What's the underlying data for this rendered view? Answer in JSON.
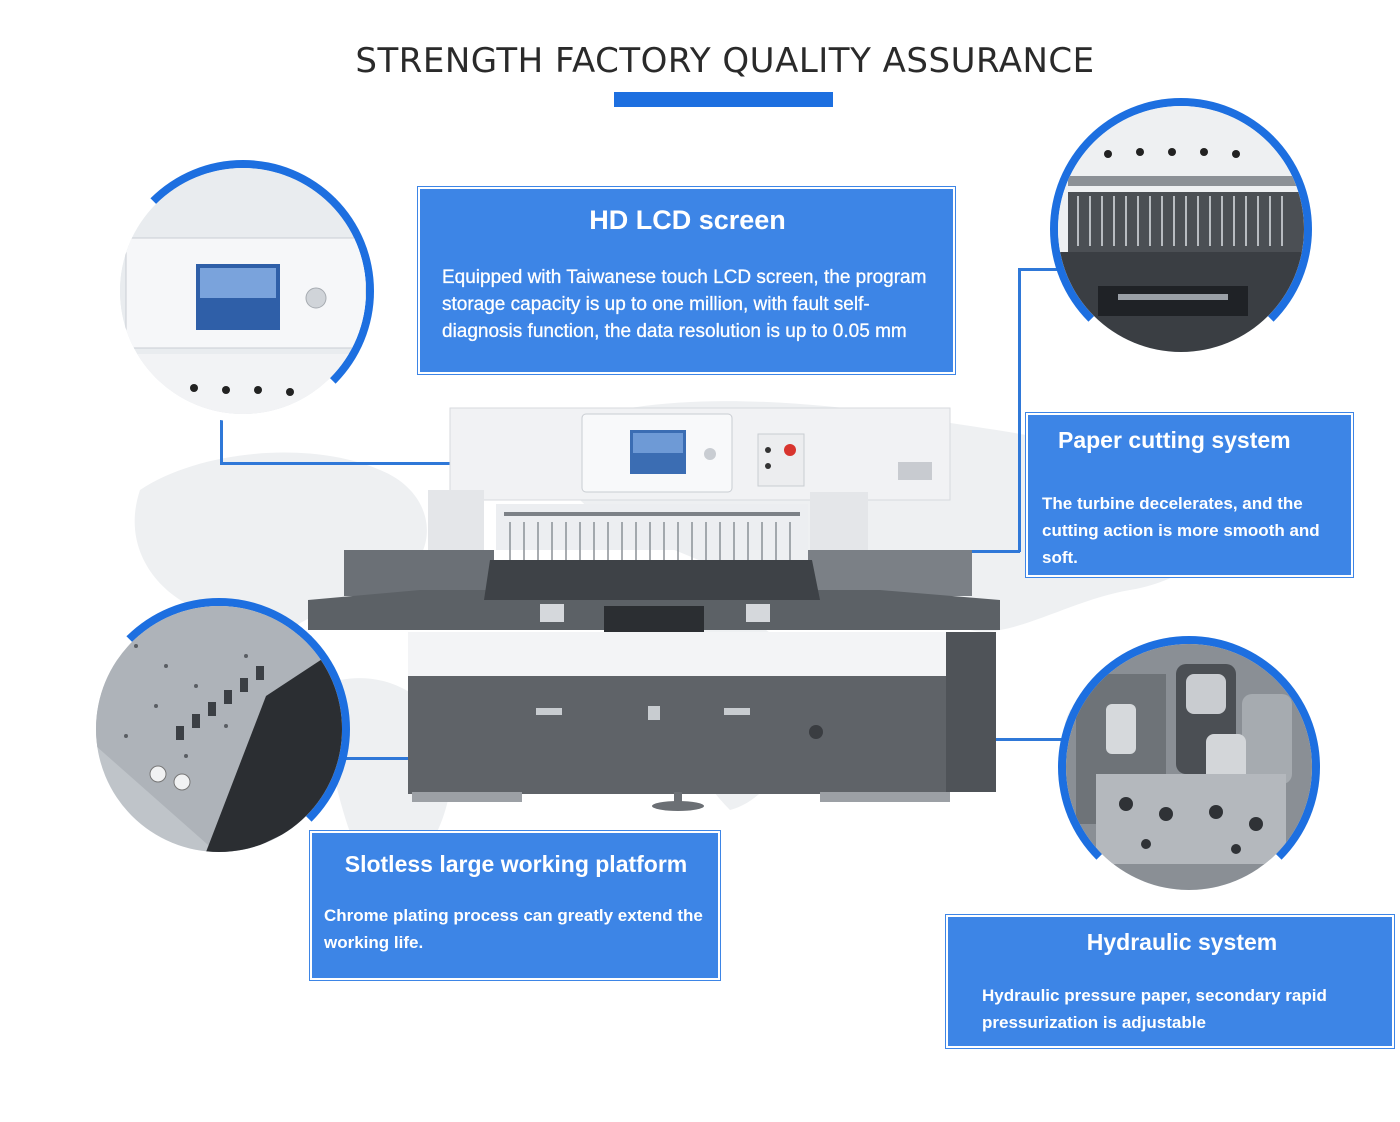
{
  "page": {
    "title": "STRENGTH FACTORY QUALITY ASSURANCE"
  },
  "features": {
    "lcd": {
      "title": "HD LCD screen",
      "description": "Equipped with Taiwanese touch LCD screen, the program storage capacity is up to one million, with fault self-diagnosis function, the data resolution is up to 0.05 mm"
    },
    "cutting": {
      "title": "Paper cutting system",
      "description": "The turbine decelerates, and the cutting action is more smooth and soft."
    },
    "platform": {
      "title": "Slotless large working platform",
      "description": "Chrome plating process can greatly extend the working life."
    },
    "hydraulic": {
      "title": "Hydraulic system",
      "description": "Hydraulic pressure paper, secondary rapid pressurization is adjustable"
    }
  },
  "colors": {
    "accent": "#1d6fe0",
    "box_blue": "#3d85e6",
    "connector": "#2f78d8",
    "machine_body": "#5f6368",
    "machine_light": "#e9ebee"
  },
  "icons": {
    "screen_closeup": "lcd-screen-closeup-image",
    "blade_closeup": "cutting-blade-closeup-image",
    "platform_closeup": "platform-closeup-image",
    "hydraulic_closeup": "hydraulic-valves-closeup-image",
    "machine": "paper-cutting-machine-image",
    "map": "world-map-background"
  }
}
